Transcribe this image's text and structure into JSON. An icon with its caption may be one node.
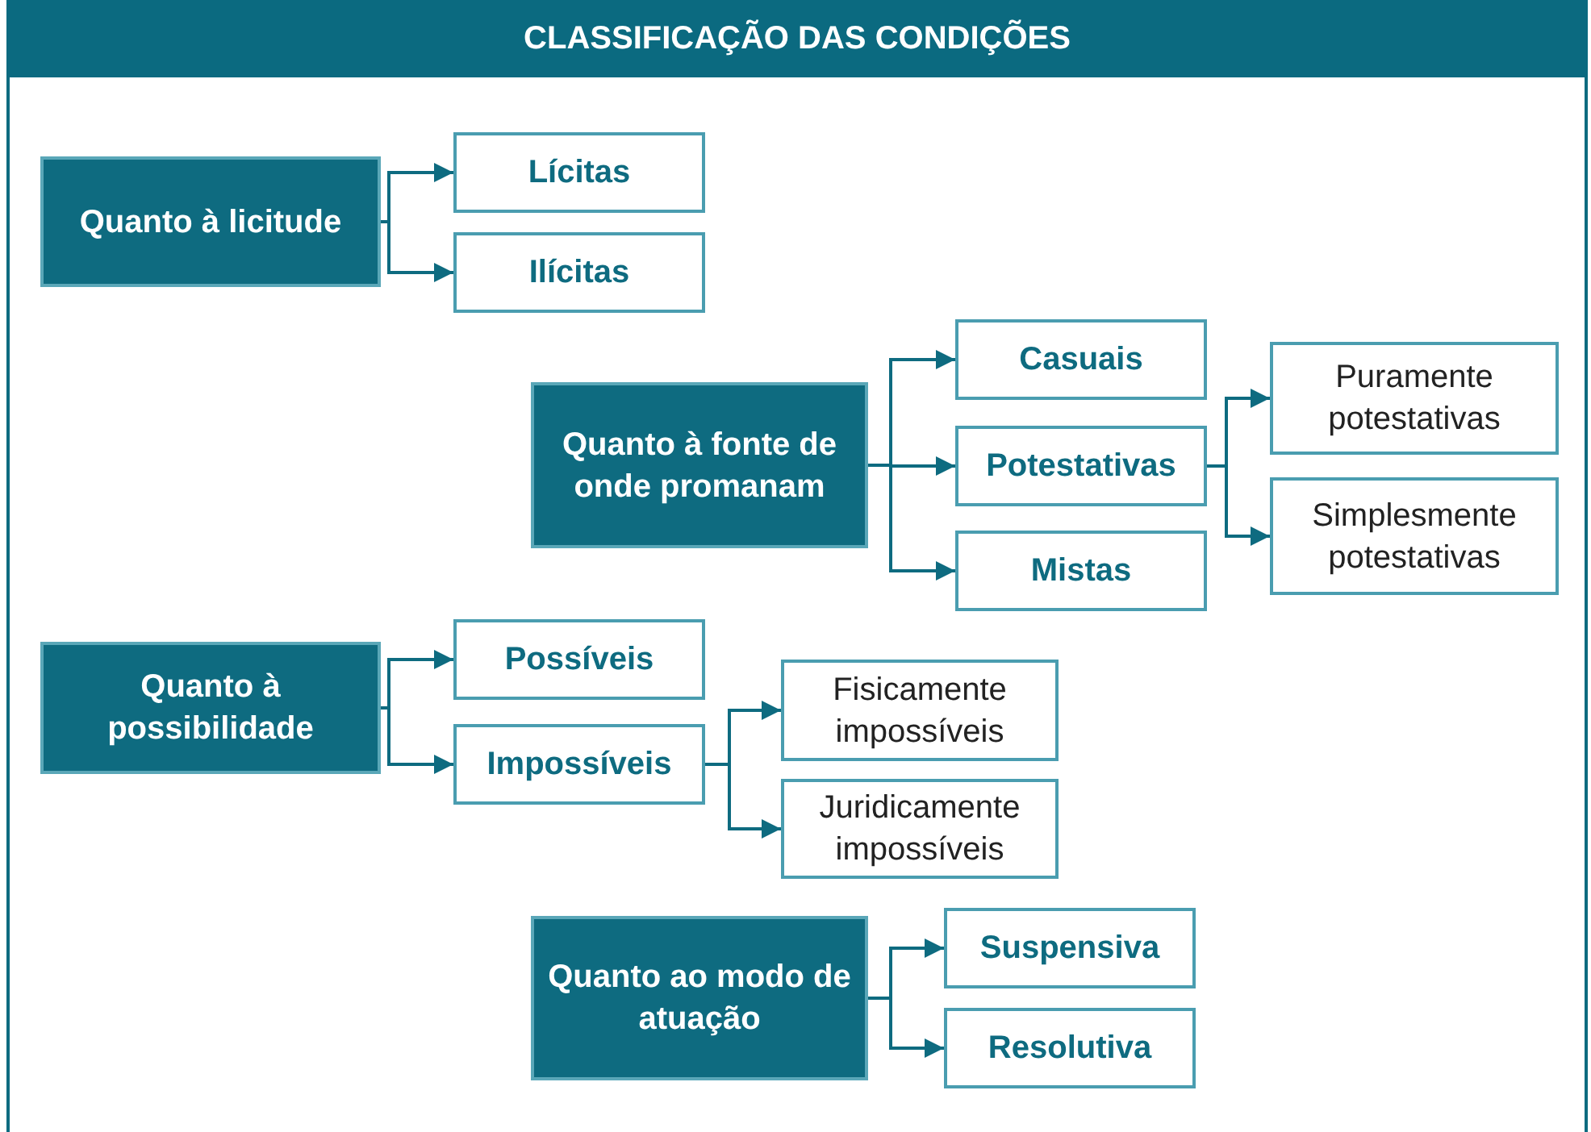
{
  "diagram": {
    "title": "CLASSIFICAÇÃO DAS CONDIÇÕES",
    "nodes": [
      {
        "text": [
          "Quanto à licitude"
        ]
      },
      {
        "text": [
          "Lícitas"
        ]
      },
      {
        "text": [
          "Ilícitas"
        ]
      },
      {
        "text": [
          "Quanto à fonte de onde promanam"
        ]
      },
      {
        "text": [
          "Casuais"
        ]
      },
      {
        "text": [
          "Potestativas"
        ]
      },
      {
        "text": [
          "Mistas"
        ]
      },
      {
        "text": [
          "Puramente potestativas"
        ]
      },
      {
        "text": [
          "Simplesmente potestativas"
        ]
      },
      {
        "text": [
          "Quanto à possibilidade"
        ]
      },
      {
        "text": [
          "Possíveis"
        ]
      },
      {
        "text": [
          "Impossíveis"
        ]
      },
      {
        "text": [
          "Fisicamente impossíveis"
        ]
      },
      {
        "text": [
          "Juridicamente impossíveis"
        ]
      },
      {
        "text": [
          "Quanto ao modo de atuação"
        ]
      },
      {
        "text": [
          "Suspensiva"
        ]
      },
      {
        "text": [
          "Resolutiva"
        ]
      }
    ],
    "edges": [
      {
        "from": 0,
        "to": 1,
        "arrow": "to"
      },
      {
        "from": 0,
        "to": 2,
        "arrow": "to"
      },
      {
        "from": 3,
        "to": 4,
        "arrow": "to"
      },
      {
        "from": 3,
        "to": 5,
        "arrow": "to"
      },
      {
        "from": 3,
        "to": 6,
        "arrow": "to"
      },
      {
        "from": 5,
        "to": 7,
        "arrow": "to"
      },
      {
        "from": 5,
        "to": 8,
        "arrow": "to"
      },
      {
        "from": 9,
        "to": 10,
        "arrow": "to"
      },
      {
        "from": 9,
        "to": 11,
        "arrow": "to"
      },
      {
        "from": 11,
        "to": 12,
        "arrow": "to"
      },
      {
        "from": 11,
        "to": 13,
        "arrow": "to"
      },
      {
        "from": 14,
        "to": 15,
        "arrow": "to"
      },
      {
        "from": 14,
        "to": 16,
        "arrow": "to"
      }
    ]
  }
}
